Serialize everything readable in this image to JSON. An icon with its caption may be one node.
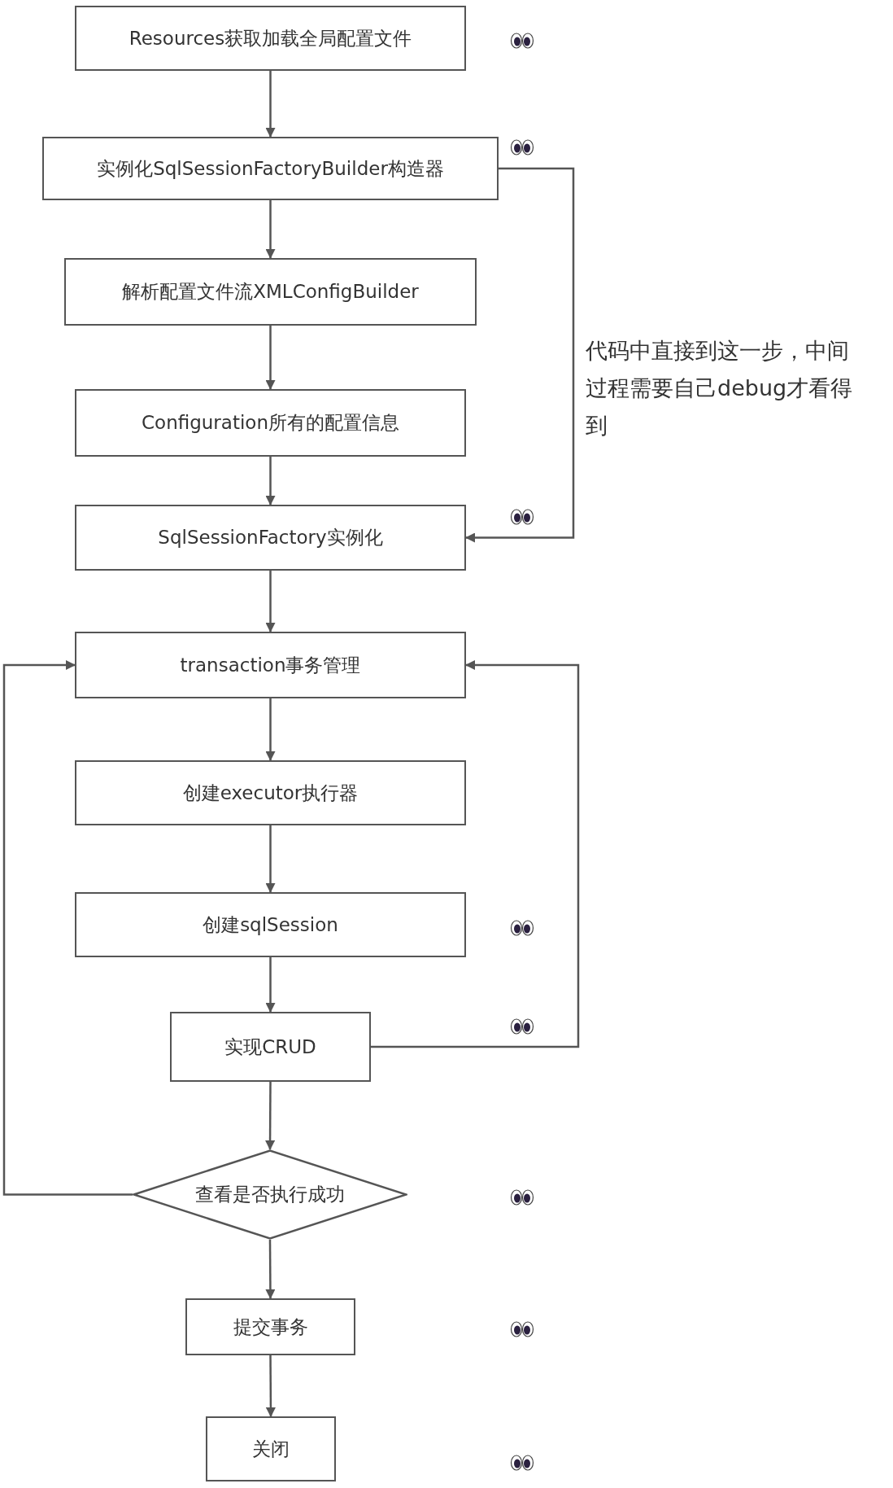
{
  "diagram": {
    "nodes": [
      {
        "text": [
          "Resources获取加载全局配置文件"
        ]
      },
      {
        "text": [
          "实例化SqlSessionFactoryBuilder构造器"
        ]
      },
      {
        "text": [
          "解析配置文件流XMLConfigBuilder"
        ]
      },
      {
        "text": [
          "Configuration所有的配置信息"
        ]
      },
      {
        "text": [
          "SqlSessionFactory实例化"
        ]
      },
      {
        "text": [
          "transaction事务管理"
        ]
      },
      {
        "text": [
          "创建executor执行器"
        ]
      },
      {
        "text": [
          "创建sqlSession"
        ]
      },
      {
        "text": [
          "实现CRUD"
        ]
      },
      {
        "text": [
          "查看是否执行成功"
        ]
      },
      {
        "text": [
          "提交事务"
        ]
      },
      {
        "text": [
          "关闭"
        ]
      }
    ],
    "edges": [
      {
        "from": 0,
        "to": 1,
        "arrow": "to"
      },
      {
        "from": 1,
        "to": 2,
        "arrow": "to"
      },
      {
        "from": 2,
        "to": 3,
        "arrow": "to"
      },
      {
        "from": 3,
        "to": 4,
        "arrow": "to"
      },
      {
        "from": 4,
        "to": 5,
        "arrow": "to"
      },
      {
        "from": 5,
        "to": 6,
        "arrow": "to"
      },
      {
        "from": 6,
        "to": 7,
        "arrow": "to"
      },
      {
        "from": 7,
        "to": 8,
        "arrow": "to"
      },
      {
        "from": 8,
        "to": 9,
        "arrow": "to"
      },
      {
        "from": 9,
        "to": 10,
        "arrow": "to"
      },
      {
        "from": 10,
        "to": 11,
        "arrow": "to"
      },
      {
        "from": 1,
        "to": 4,
        "arrow": "to",
        "label": "代码中直接到这一步，中间过程需要自己debug才看得到"
      },
      {
        "from": 8,
        "to": 5,
        "arrow": "to"
      },
      {
        "from": 9,
        "to": 5,
        "arrow": "to"
      }
    ]
  }
}
